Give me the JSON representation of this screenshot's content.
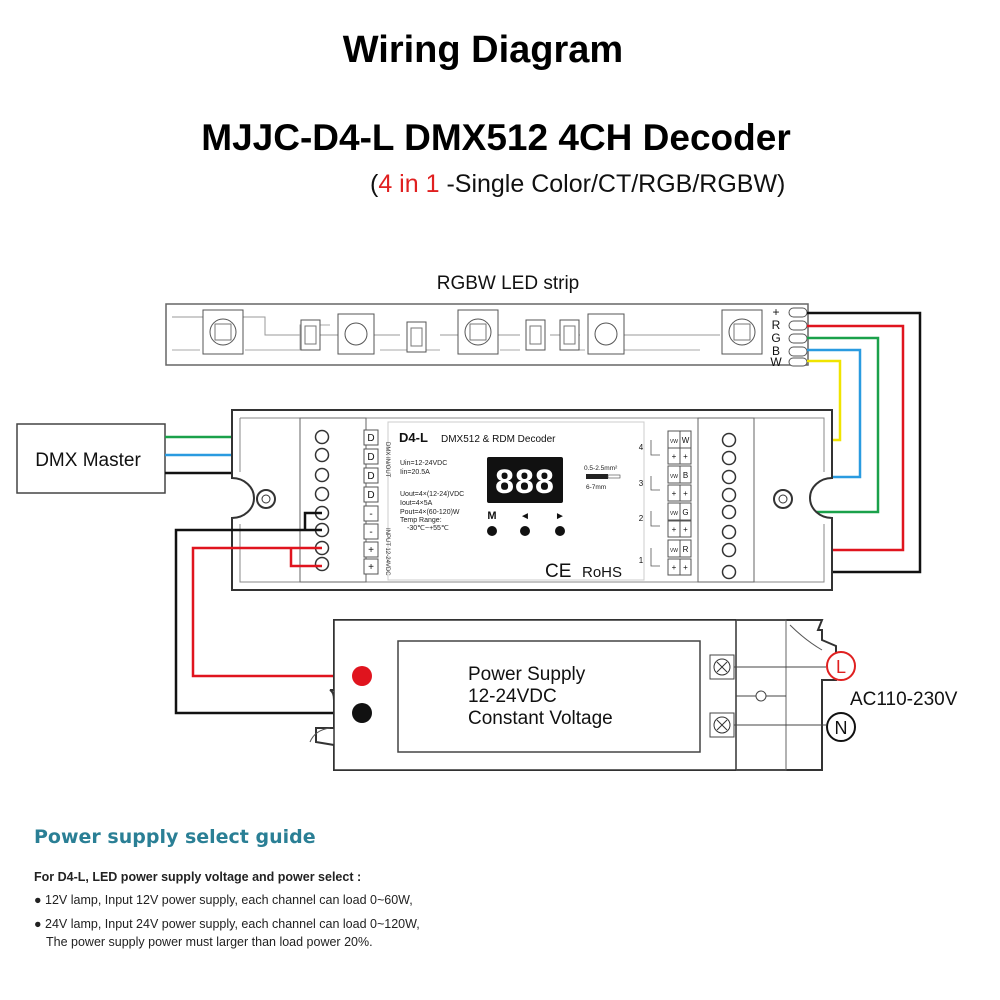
{
  "header": {
    "title": "Wiring Diagram",
    "model": "MJJC-D4-L DMX512 4CH Decoder",
    "subtitle_prefix": "(",
    "subtitle_highlight": "4 in 1",
    "subtitle_rest": " -Single Color/CT/RGB/RGBW)"
  },
  "led_strip": {
    "label": "RGBW LED strip",
    "terminals": [
      "+",
      "R",
      "G",
      "B",
      "W"
    ]
  },
  "dmx_master": {
    "label": "DMX Master"
  },
  "decoder": {
    "model": "D4-L",
    "name": "DMX512 & RDM Decoder",
    "display": "888",
    "buttons": [
      "M",
      "◄",
      "►"
    ],
    "spec_lines": [
      "Uin=12-24VDC",
      "Iin=20.5A",
      "Uout=4×(12-24)VDC",
      "Iout=4×5A",
      "Pout=4×(60-120)W",
      "Temp Range:",
      "-30℃~+55℃"
    ],
    "wire_strip": [
      "0.5-2.5mm²",
      "6-7mm"
    ],
    "dmx_port_label": "DMX IN/OUT",
    "input_port_label": "INPUT 12-24VDC",
    "left_terminal_signs": [
      "D",
      "D",
      "D",
      "D",
      "-",
      "-",
      "+",
      "+"
    ],
    "channels": [
      {
        "number": "4",
        "color": "W"
      },
      {
        "number": "3",
        "color": "B"
      },
      {
        "number": "2",
        "color": "G"
      },
      {
        "number": "1",
        "color": "R"
      }
    ],
    "channel_common": "+",
    "vw_label": "VW",
    "certifications": [
      "CE",
      "RoHS"
    ]
  },
  "power_supply": {
    "line1": "Power Supply",
    "line2": "12-24VDC",
    "line3": "Constant Voltage",
    "terminals": [
      "L",
      "N"
    ],
    "ac_label": "AC110-230V"
  },
  "wire_colors": {
    "red": "#e0141e",
    "green": "#1aa14a",
    "blue": "#2a9be0",
    "yellow": "#f0e400",
    "black": "#111111",
    "accent_red": "#e02020",
    "guide_title": "#2a7f95"
  },
  "guide": {
    "title": "Power supply select guide",
    "subtitle": "For D4-L, LED power supply voltage and power select :",
    "lines": [
      "● 12V lamp, Input 12V power supply, each channel can load 0~60W,",
      "● 24V lamp, Input 24V power supply, each channel can load 0~120W,",
      "The power supply power must larger than load power 20%."
    ]
  }
}
